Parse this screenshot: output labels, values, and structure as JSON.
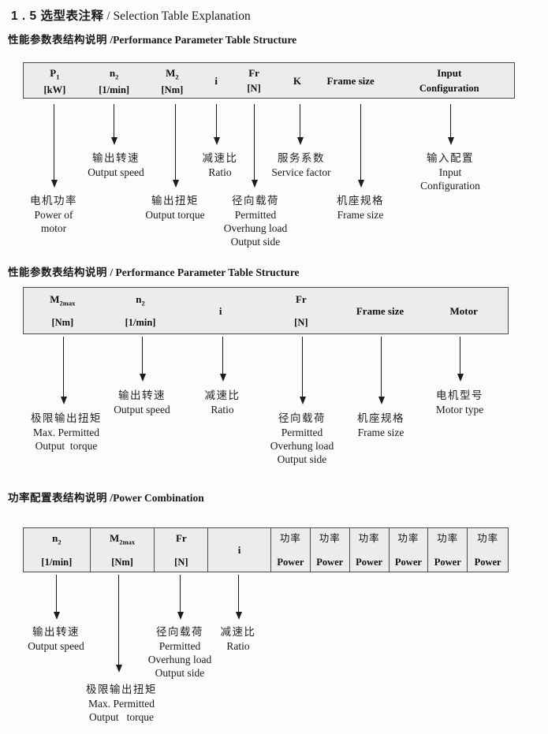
{
  "colors": {
    "page_bg": "#fcfcfc",
    "table_fill": "#ececec",
    "table_border": "#4a4a4a",
    "text": "#1a1a1a"
  },
  "title": {
    "zh": "1 . 5 选型表注释",
    "en": " / Selection Table Explanation"
  },
  "s1": {
    "heading": {
      "zh": "性能参数表结构说明",
      "en": " /Performance Parameter Table Structure"
    },
    "cols": [
      {
        "t": "P",
        "sub": "1",
        "b": "[kW]"
      },
      {
        "t": "n",
        "sub": "2",
        "b": "[1/min]"
      },
      {
        "t": "M",
        "sub": "2",
        "b": "[Nm]"
      },
      {
        "t": "i",
        "sub": "",
        "b": ""
      },
      {
        "t": "Fr",
        "sub": "",
        "b": "[N]"
      },
      {
        "t": "K",
        "sub": "",
        "b": ""
      },
      {
        "t": "Frame size",
        "sub": "",
        "b": ""
      },
      {
        "t": "Input",
        "sub": "",
        "b": "Configuration"
      }
    ],
    "callouts": [
      {
        "l1": "电机功率",
        "l2": "Power of",
        "l3": "motor"
      },
      {
        "l1": "输出转速",
        "l2": "Output speed"
      },
      {
        "l1": "输出扭矩",
        "l2": "Output torque"
      },
      {
        "l1": "减速比",
        "l2": "Ratio"
      },
      {
        "l1": "径向载荷",
        "l2": "Permitted",
        "l3": "Overhung load",
        "l4": "Output side"
      },
      {
        "l1": "服务系数",
        "l2": "Service factor"
      },
      {
        "l1": "机座规格",
        "l2": "Frame size"
      },
      {
        "l1": "输入配置",
        "l2": "Input",
        "l3": "Configuration"
      }
    ]
  },
  "s2": {
    "heading": {
      "zh": "性能参数表结构说明",
      "en": " / Performance Parameter Table Structure"
    },
    "cols": [
      {
        "t": "M",
        "sub": "2max",
        "b": "[Nm]"
      },
      {
        "t": "n",
        "sub": "2",
        "b": "[1/min]"
      },
      {
        "t": "i",
        "sub": "",
        "b": ""
      },
      {
        "t": "Fr",
        "sub": "",
        "b": "[N]"
      },
      {
        "t": "Frame size",
        "sub": "",
        "b": ""
      },
      {
        "t": "Motor",
        "sub": "",
        "b": ""
      }
    ],
    "callouts": [
      {
        "l1": "极限输出扭矩",
        "l2": "Max. Permitted",
        "l3": "Output  torque"
      },
      {
        "l1": "输出转速",
        "l2": "Output speed"
      },
      {
        "l1": "减速比",
        "l2": "Ratio"
      },
      {
        "l1": "径向载荷",
        "l2": "Permitted",
        "l3": "Overhung load",
        "l4": "Output side"
      },
      {
        "l1": "机座规格",
        "l2": "Frame size"
      },
      {
        "l1": "电机型号",
        "l2": "Motor type"
      }
    ]
  },
  "s3": {
    "heading": {
      "zh": "功率配置表结构说明",
      "en": " /Power Combination"
    },
    "cols": [
      {
        "t": "n",
        "sub": "2",
        "b": "[1/min]"
      },
      {
        "t": "M",
        "sub": "2max",
        "b": "[Nm]"
      },
      {
        "t": "Fr",
        "sub": "",
        "b": "[N]"
      },
      {
        "t": "i",
        "sub": "",
        "b": ""
      },
      {
        "t": "功率",
        "sub": "",
        "b": "Power"
      },
      {
        "t": "功率",
        "sub": "",
        "b": "Power"
      },
      {
        "t": "功率",
        "sub": "",
        "b": "Power"
      },
      {
        "t": "功率",
        "sub": "",
        "b": "Power"
      },
      {
        "t": "功率",
        "sub": "",
        "b": "Power"
      },
      {
        "t": "功率",
        "sub": "",
        "b": "Power"
      }
    ],
    "callouts": [
      {
        "l1": "输出转速",
        "l2": "Output speed"
      },
      {
        "l1": "极限输出扭矩",
        "l2": "Max. Permitted",
        "l3": "Output   torque"
      },
      {
        "l1": "径向载荷",
        "l2": "Permitted",
        "l3": "Overhung load",
        "l4": "Output side"
      },
      {
        "l1": "减速比",
        "l2": "Ratio"
      }
    ]
  }
}
